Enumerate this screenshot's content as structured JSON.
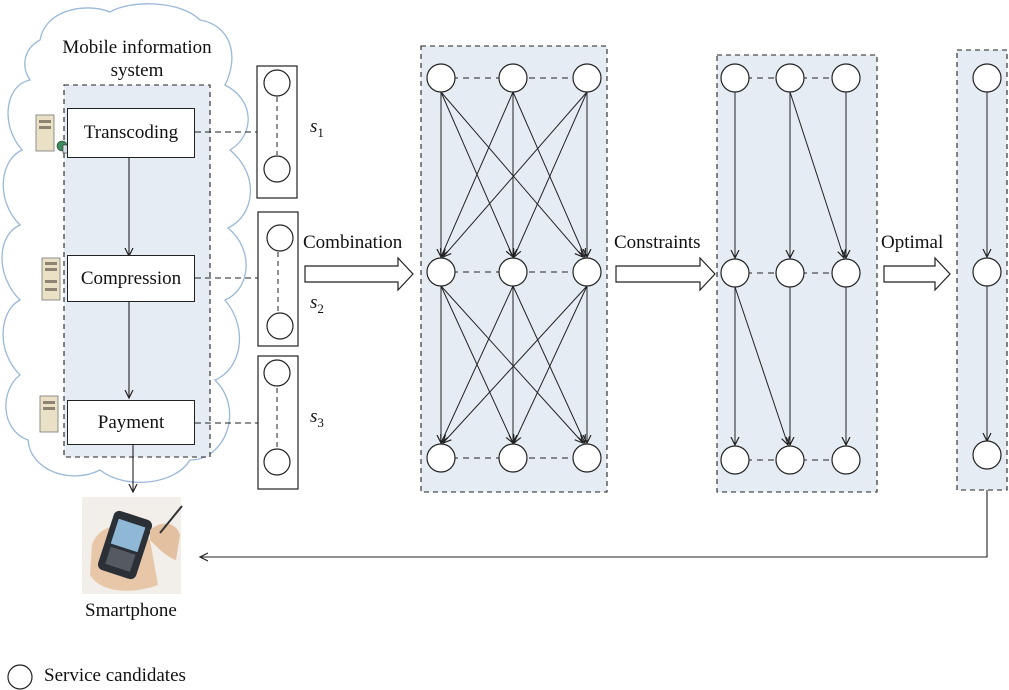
{
  "cloud": {
    "title_line1": "Mobile information",
    "title_line2": "system"
  },
  "services": [
    {
      "id": "transcoding",
      "label": "Transcoding"
    },
    {
      "id": "compression",
      "label": "Compression"
    },
    {
      "id": "payment",
      "label": "Payment"
    }
  ],
  "sets": [
    {
      "base": "s",
      "sub": "1"
    },
    {
      "base": "s",
      "sub": "2"
    },
    {
      "base": "s",
      "sub": "3"
    }
  ],
  "steps": {
    "combination": "Combination",
    "constraints": "Constraints",
    "optimal": "Optimal"
  },
  "device_label": "Smartphone",
  "legend": {
    "service_candidates": "Service candidates"
  },
  "colors": {
    "panel_fill": "#e6ecf4",
    "cloud_stroke": "#9ab8d8",
    "stroke": "#222222"
  }
}
